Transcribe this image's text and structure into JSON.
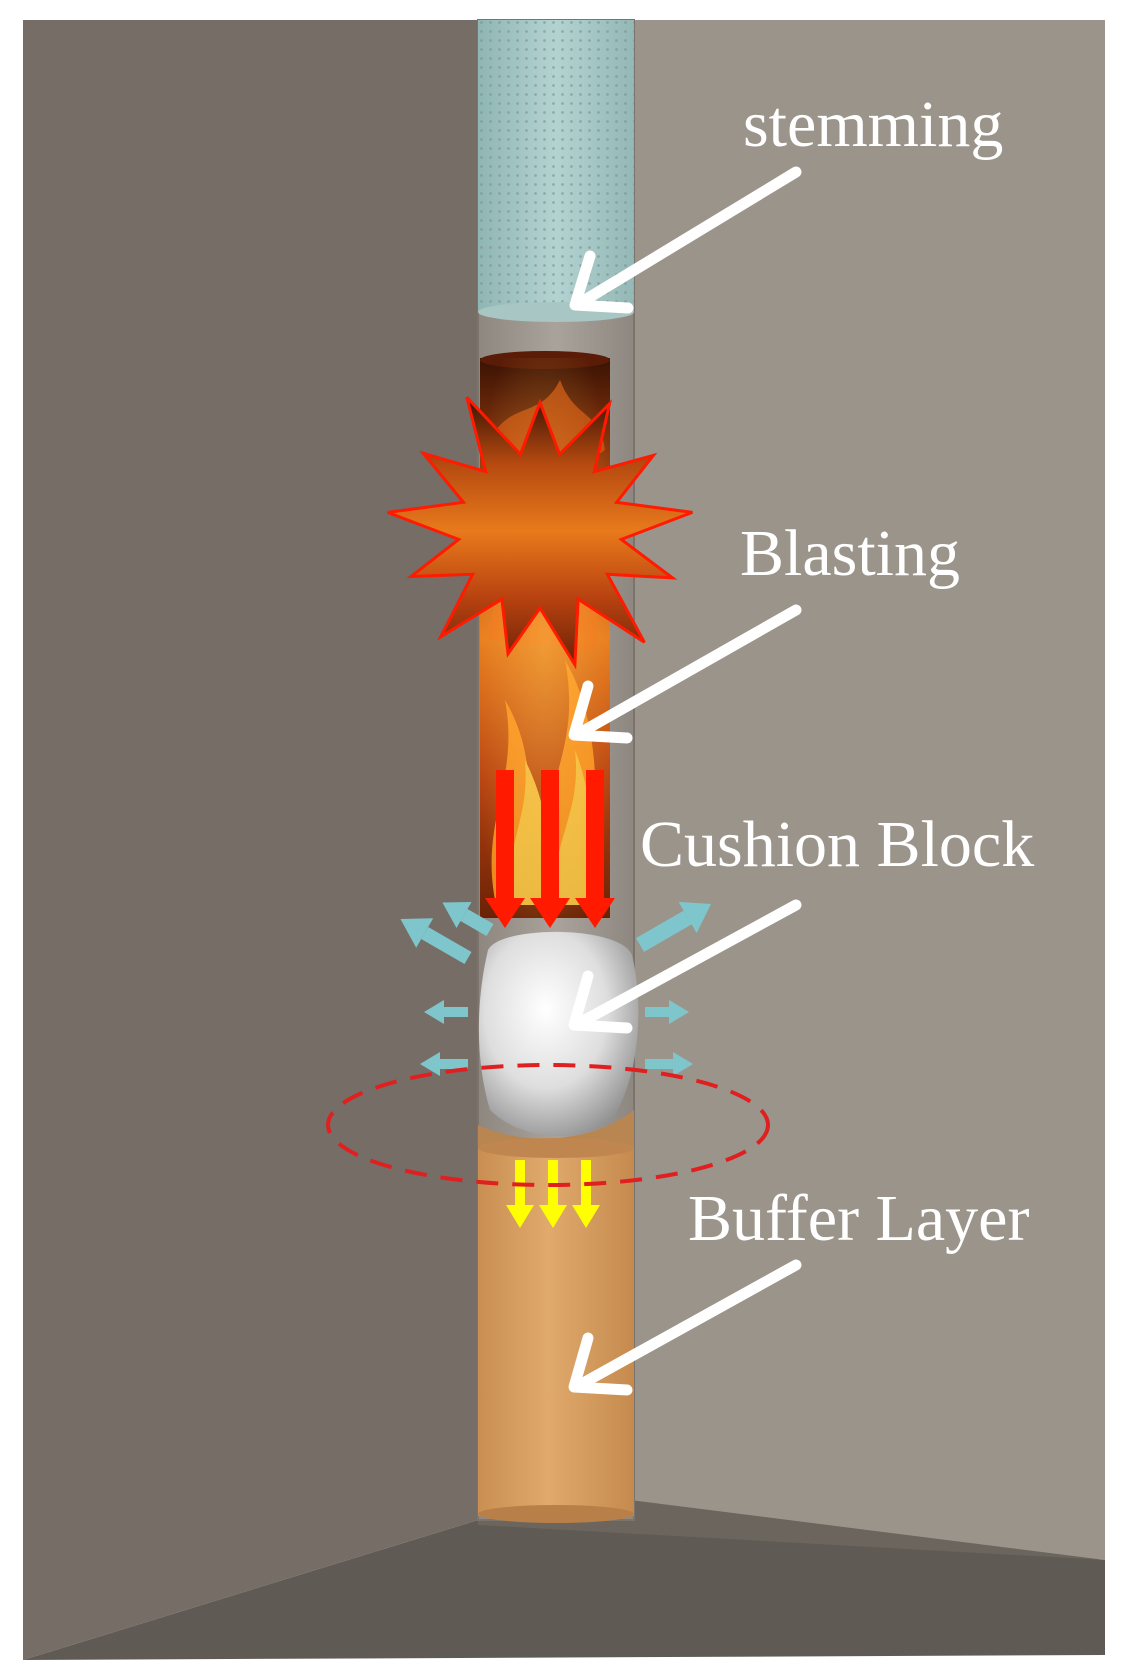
{
  "labels": {
    "stemming": "stemming",
    "blasting": "Blasting",
    "cushion_block": "Cushion Block",
    "buffer_layer": "Buffer Layer"
  },
  "colors": {
    "left_wall": "#756d66",
    "right_wall": "#9b948b",
    "floor": "#5f5a54",
    "stemming": "#9fc2c0",
    "buffer": "#d39a5f",
    "cushion": "#f2f2f2",
    "force_arrow": "#ff1a00",
    "reflect_arrow": "#7fc6cc",
    "transmit_arrow": "#ffff00",
    "label_arrow": "#ffffff",
    "ellipse": "#e02020"
  },
  "icons": [
    "explosion-star-icon",
    "flame-icon"
  ]
}
